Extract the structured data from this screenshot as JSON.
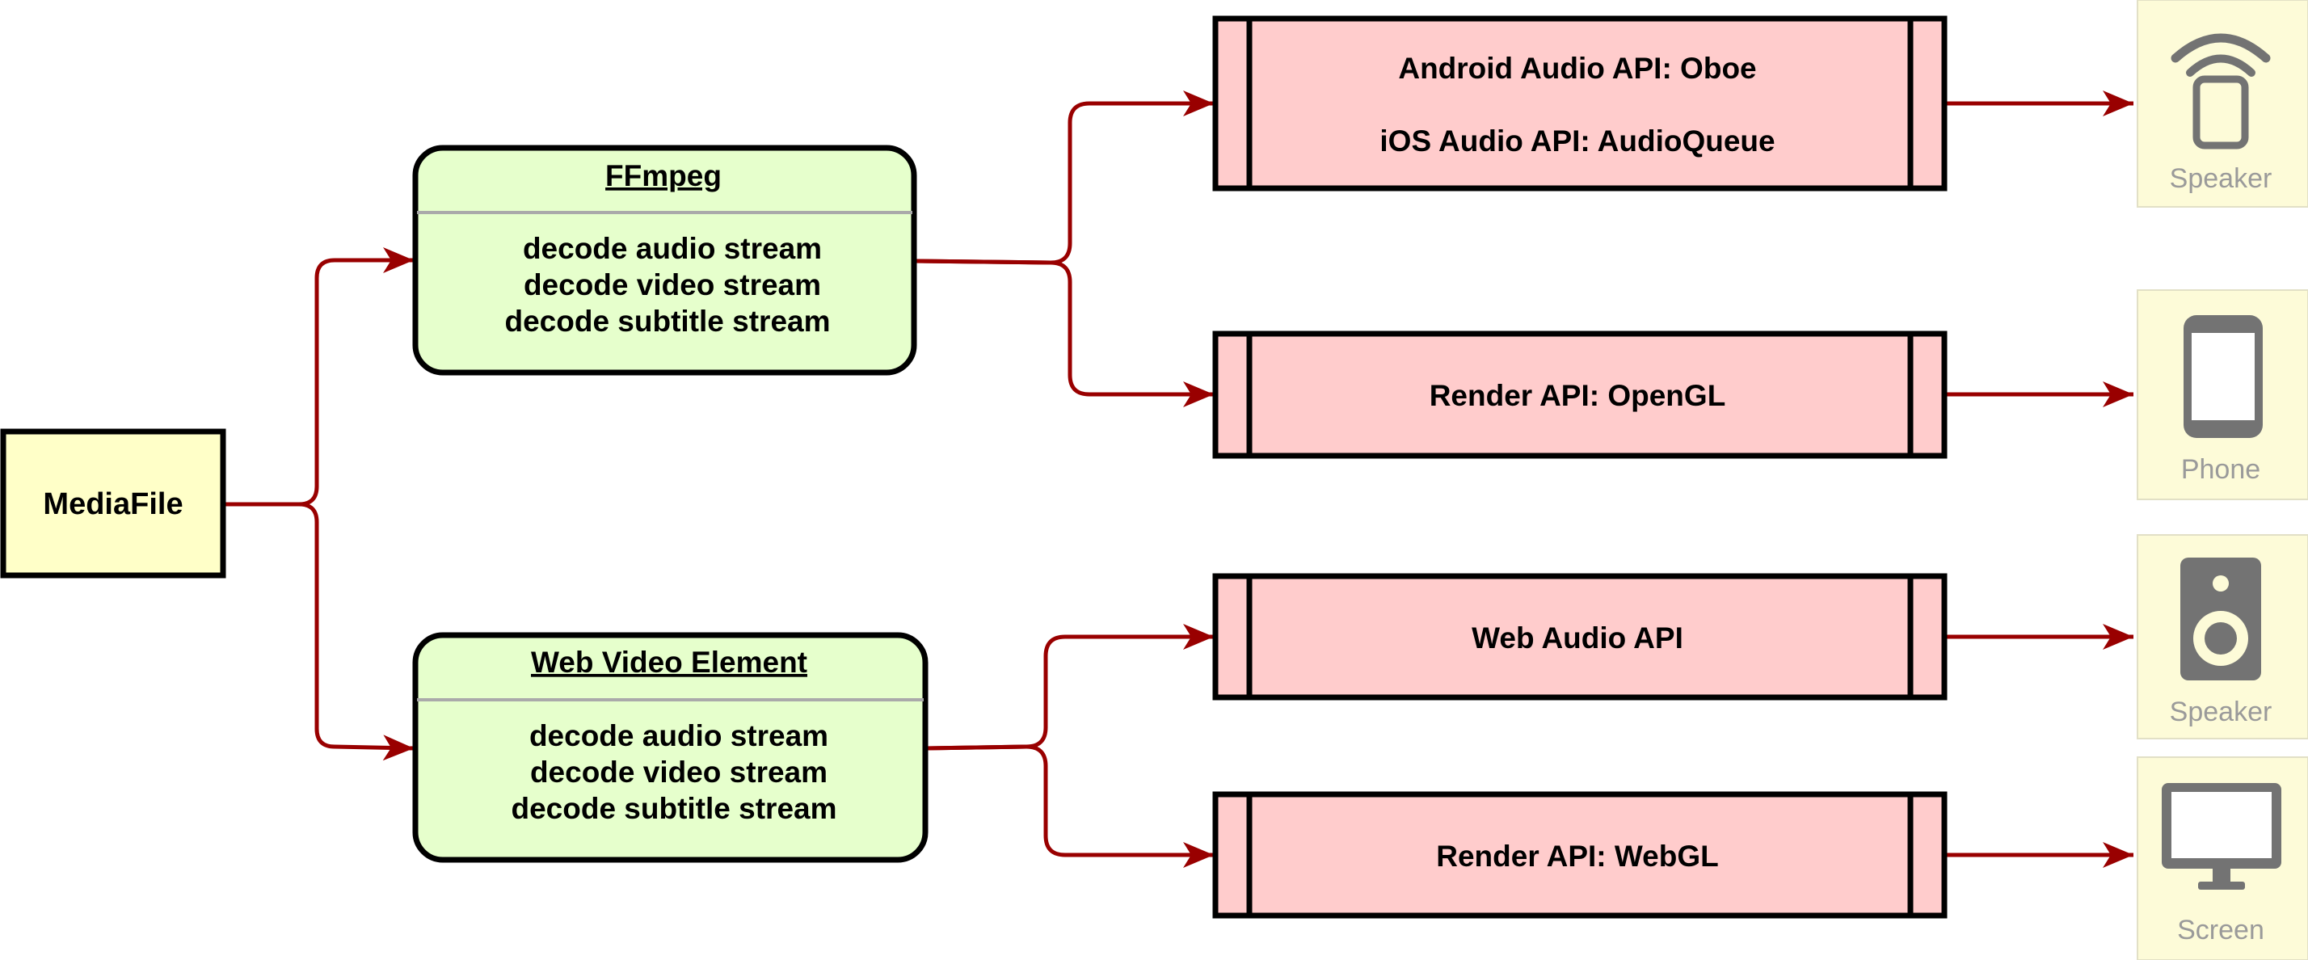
{
  "source": {
    "label": "MediaFile"
  },
  "decoders": [
    {
      "title": "FFmpeg",
      "lines": [
        "decode audio stream",
        "decode video stream",
        "decode subtitle stream"
      ]
    },
    {
      "title": "Web Video Element",
      "lines": [
        "decode audio stream",
        "decode video stream",
        "decode subtitle stream"
      ]
    }
  ],
  "apis": [
    {
      "lines": [
        "Android Audio API: Oboe",
        "iOS Audio API: AudioQueue"
      ]
    },
    {
      "lines": [
        "Render API: OpenGL"
      ]
    },
    {
      "lines": [
        "Web Audio API"
      ]
    },
    {
      "lines": [
        "Render API: WebGL"
      ]
    }
  ],
  "devices": [
    {
      "label": "Speaker",
      "icon": "wireless-speaker-icon"
    },
    {
      "label": "Phone",
      "icon": "phone-icon"
    },
    {
      "label": "Speaker",
      "icon": "speaker-icon"
    },
    {
      "label": "Screen",
      "icon": "monitor-icon"
    }
  ],
  "colors": {
    "source_fill": "#ffffc8",
    "decoder_fill": "#e6ffcc",
    "api_fill": "#ffcccc",
    "device_fill": "#fdfbd8",
    "arrow": "#990000",
    "icon": "#737373"
  }
}
